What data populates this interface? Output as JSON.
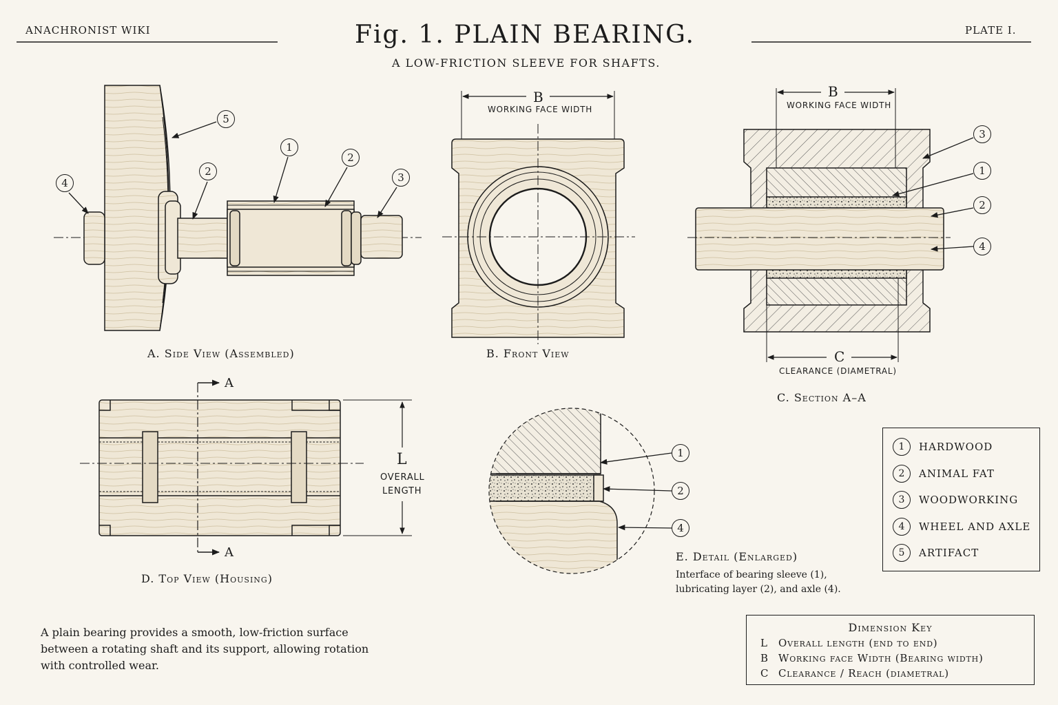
{
  "header": {
    "site": "ANACHRONIST WIKI",
    "title": "Fig. 1.  PLAIN BEARING.",
    "subtitle": "A LOW-FRICTION SLEEVE FOR SHAFTS.",
    "plate": "PLATE I."
  },
  "views": {
    "a": "A. Side View (Assembled)",
    "b": "B. Front View",
    "c": "C. Section A–A",
    "d": "D. Top View (Housing)",
    "e": "E. Detail (Enlarged)"
  },
  "section_marks": {
    "top": "A",
    "bottom": "A"
  },
  "dimensions": {
    "b_letter": "B",
    "b_label": "WORKING FACE WIDTH",
    "c_letter": "C",
    "c_label": "CLEARANCE (DIAMETRAL)",
    "l_letter": "L",
    "l_label1": "OVERALL",
    "l_label2": "LENGTH"
  },
  "callouts": {
    "a": [
      "5",
      "1",
      "2",
      "4",
      "2",
      "3"
    ],
    "c": [
      "3",
      "1",
      "2",
      "4"
    ],
    "e": [
      "1",
      "2",
      "4"
    ]
  },
  "detail_note": [
    "Interface of bearing sleeve (1),",
    "lubricating layer (2), and axle (4)."
  ],
  "legend": [
    {
      "num": "1",
      "label": "HARDWOOD"
    },
    {
      "num": "2",
      "label": "ANIMAL FAT"
    },
    {
      "num": "3",
      "label": "WOODWORKING"
    },
    {
      "num": "4",
      "label": "WHEEL AND AXLE"
    },
    {
      "num": "5",
      "label": "ARTIFACT"
    }
  ],
  "dimension_key": {
    "title": "Dimension Key",
    "rows": [
      {
        "key": "L",
        "desc": "Overall length (end to end)"
      },
      {
        "key": "B",
        "desc": "Working face Width (Bearing width)"
      },
      {
        "key": "C",
        "desc": "Clearance / Reach (diametral)"
      }
    ]
  },
  "description": [
    "A plain bearing provides a smooth, low-friction surface",
    "between a rotating shaft and its support, allowing rotation",
    "with controlled wear."
  ],
  "colors": {
    "ink": "#1c1c1c",
    "paper": "#f8f5ee",
    "wood": "#efe7d6"
  }
}
